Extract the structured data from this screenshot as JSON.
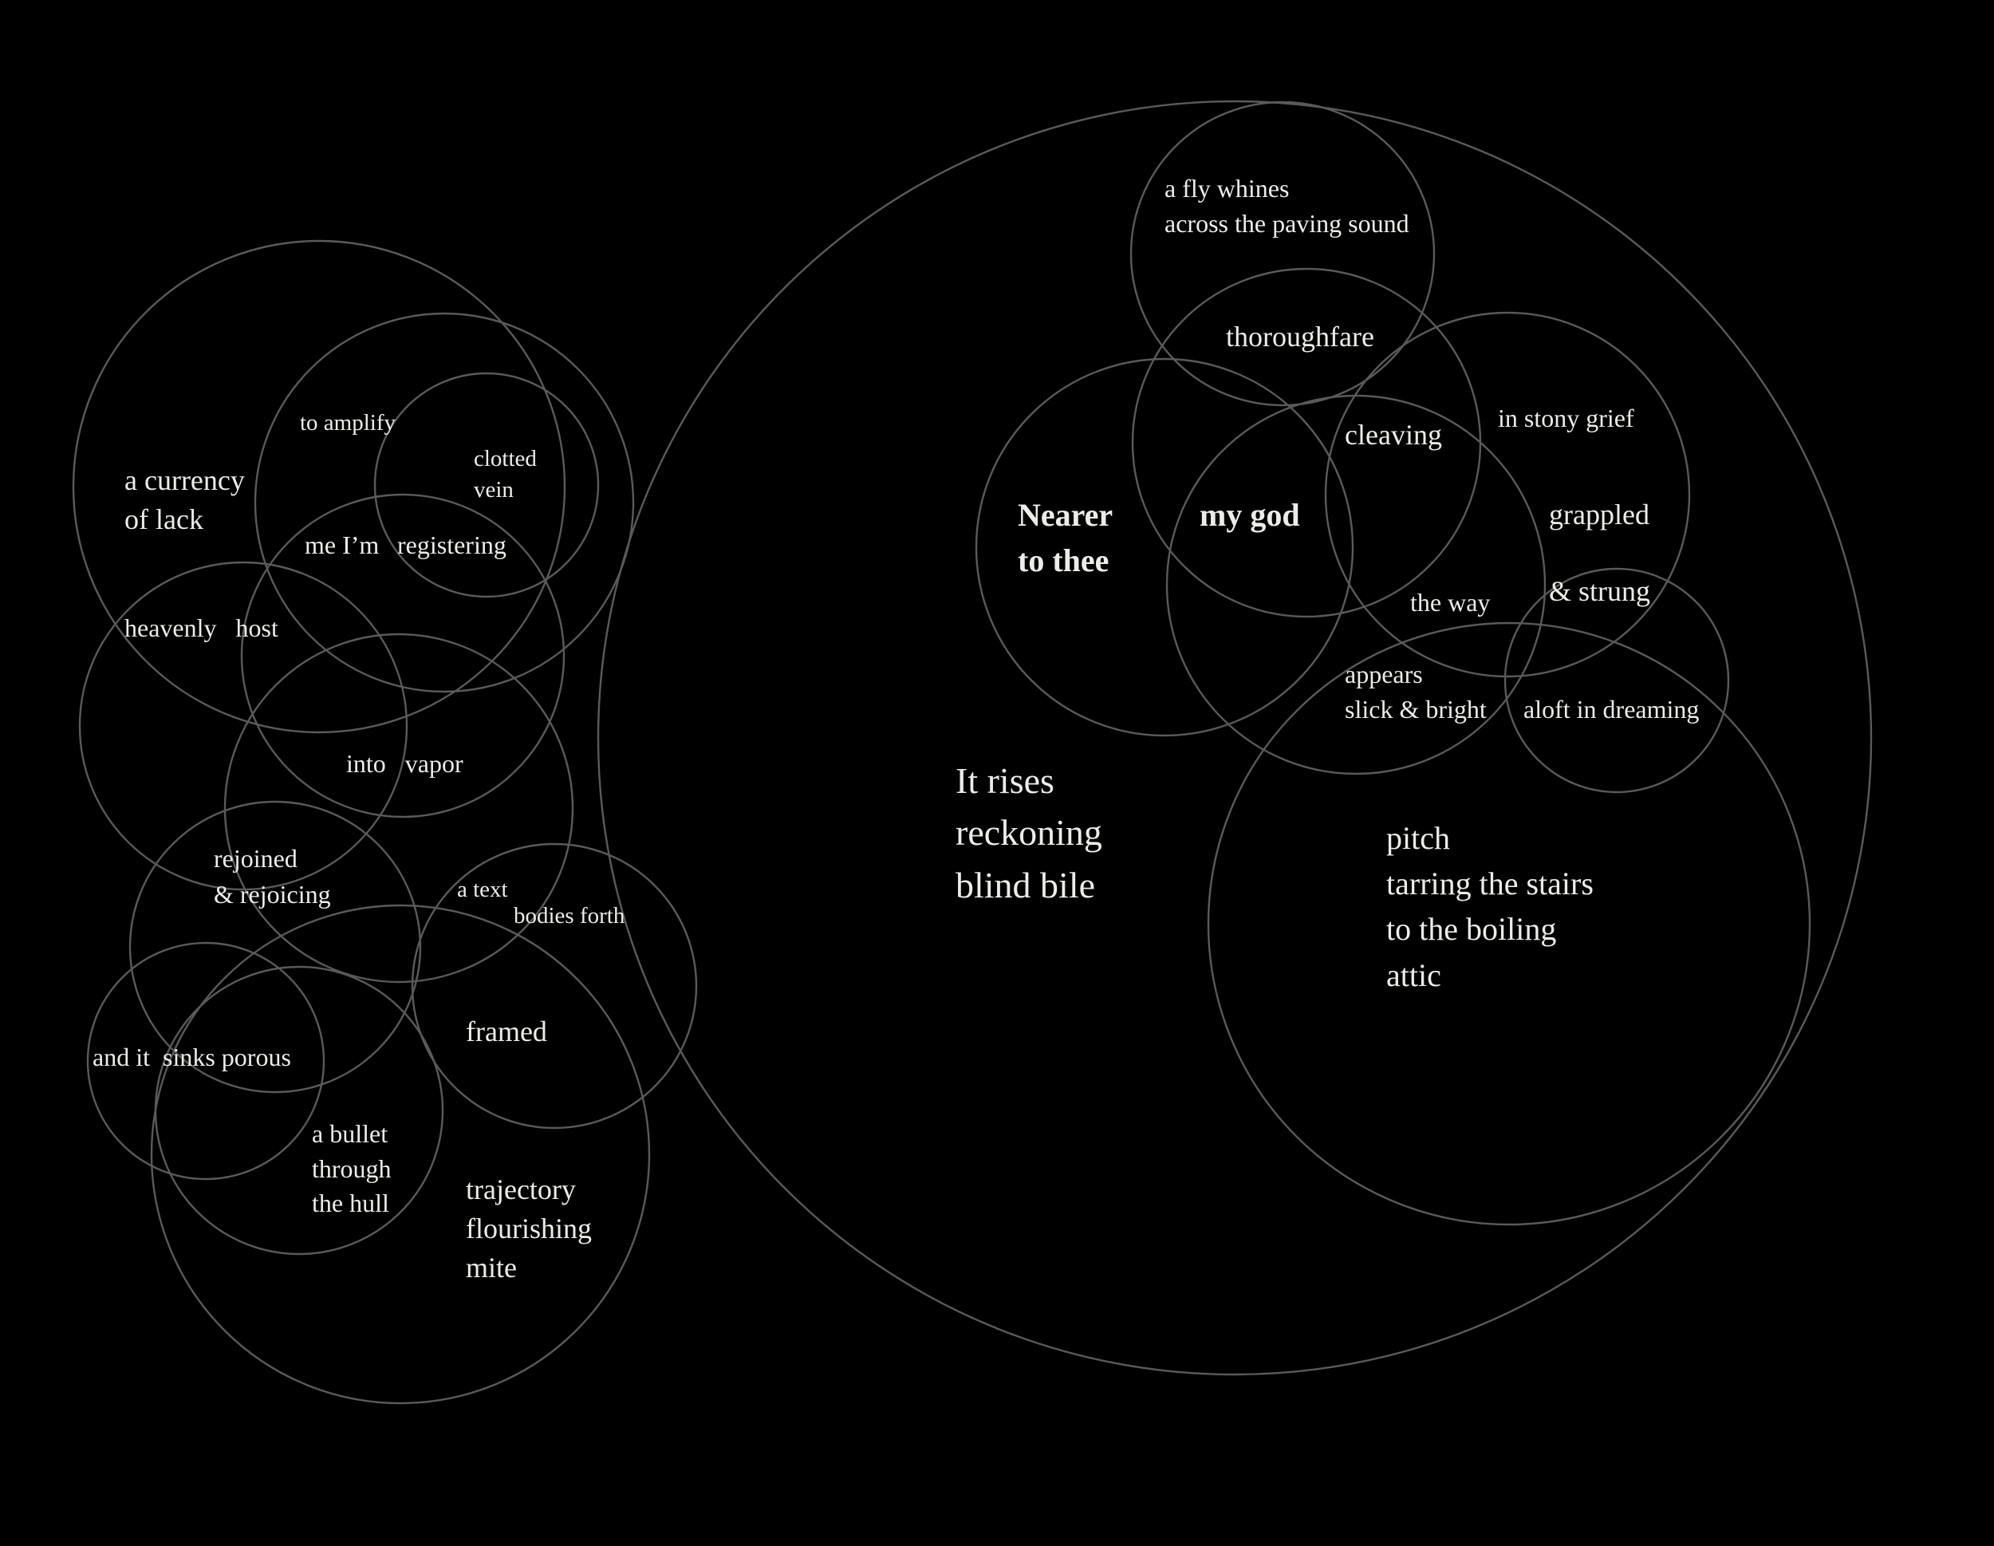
{
  "colors": {
    "background": "#000000",
    "text": "#ecece8",
    "circle_stroke": "#5a5a5a"
  },
  "phrases": {
    "currency_of_lack": [
      "a currency",
      "of lack"
    ],
    "to_amplify": "to amplify",
    "clotted_vein": [
      "clotted",
      "vein"
    ],
    "me_im": "me I’m",
    "registering": "registering",
    "heavenly_host": "heavenly   host",
    "into_vapor": "into   vapor",
    "rejoined_rejoicing": [
      "rejoined",
      "& rejoicing"
    ],
    "a_text": "a text",
    "bodies_forth": "bodies forth",
    "and_it_sinks_porous": "and it  sinks porous",
    "framed": "framed",
    "bullet_through_hull": [
      "a bullet",
      "through",
      "the hull"
    ],
    "trajectory_flourishing_mite": [
      "trajectory",
      "flourishing",
      "mite"
    ],
    "fly_whines": [
      "a fly whines",
      "across the paving sound"
    ],
    "thoroughfare": "thoroughfare",
    "cleaving": "cleaving",
    "in_stony_grief": "in stony grief",
    "nearer_to_thee": [
      "Nearer",
      "to thee"
    ],
    "my_god": "my god",
    "grappled": "grappled",
    "the_way": "the way",
    "and_strung": "& strung",
    "appears_slick_bright": [
      "appears",
      "slick & bright"
    ],
    "aloft_in_dreaming": "aloft in dreaming",
    "it_rises": [
      "It rises",
      "reckoning",
      "blind bile"
    ],
    "pitch_tarring": [
      "pitch",
      "tarring the stairs",
      "to the boiling",
      "attic"
    ]
  }
}
